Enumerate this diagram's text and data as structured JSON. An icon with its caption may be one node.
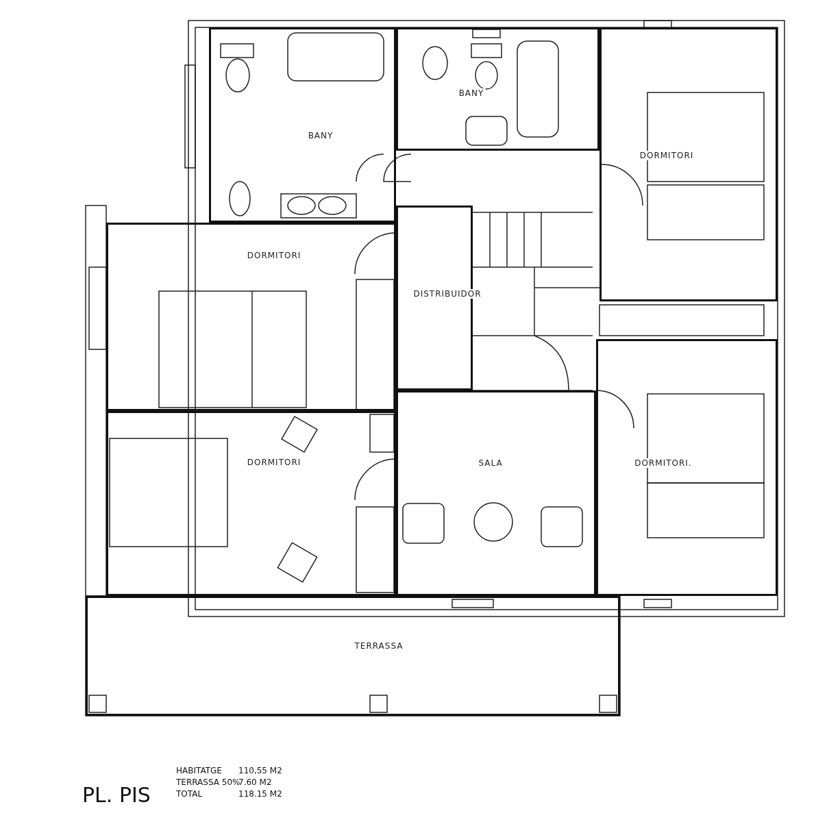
{
  "diagram": {
    "nodes": [
      {
        "text": [
          "BANY"
        ]
      },
      {
        "text": [
          "BANY"
        ]
      },
      {
        "text": [
          "DORMITORI"
        ]
      },
      {
        "text": [
          "DORMITORI"
        ]
      },
      {
        "text": [
          "DISTRIBUIDOR"
        ]
      },
      {
        "text": [
          "DORMITORI"
        ]
      },
      {
        "text": [
          "SALA"
        ]
      },
      {
        "text": [
          "DORMITORI."
        ]
      },
      {
        "text": [
          "TERRASSA"
        ]
      }
    ],
    "labels": [
      "PL. PIS",
      "HABITATGE",
      "110,55 M2",
      "TERRASSA 50%",
      "7.60 M2",
      "TOTAL",
      "118.15 M2"
    ]
  }
}
